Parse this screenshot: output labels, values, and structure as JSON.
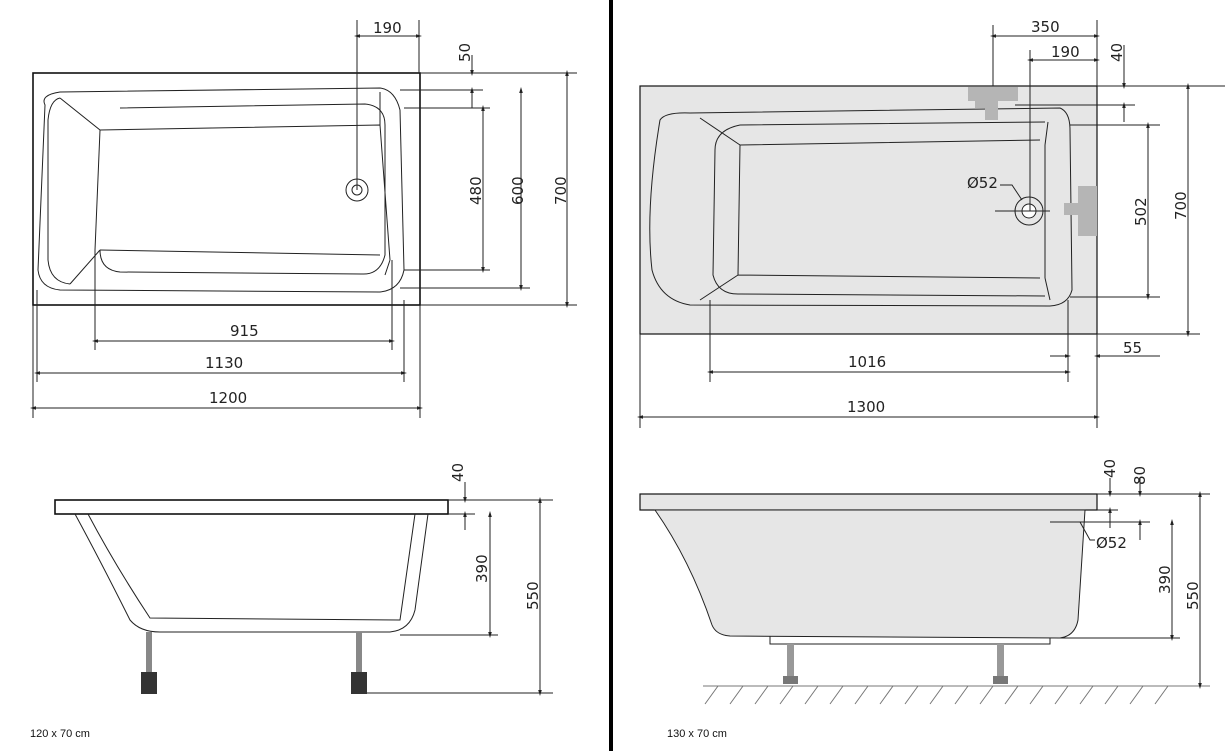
{
  "left": {
    "caption": "120 x 70 cm",
    "plan_dims": {
      "drain_offset": "190",
      "rim_top": "50",
      "inner_width": "480",
      "bowl_width": "600",
      "overall_width": "700",
      "inner_length": "915",
      "bowl_length": "1130",
      "overall_length": "1200"
    },
    "side_dims": {
      "rim": "40",
      "depth": "390",
      "height": "550"
    }
  },
  "right": {
    "caption": "130 x 70 cm",
    "plan_dims": {
      "faucet_offset": "350",
      "drain_offset": "190",
      "rim_top": "40",
      "drain_diameter": "Ø52",
      "inner_width": "502",
      "overall_width": "700",
      "inner_length": "1016",
      "end_offset": "55",
      "overall_length": "1300"
    },
    "side_dims": {
      "rim": "40",
      "overflow": "80",
      "overflow_diameter": "Ø52",
      "depth": "390",
      "height": "550"
    }
  },
  "colors": {
    "fill": "#e6e6e6",
    "fitting": "#b5b5b5",
    "divider": "#000000"
  }
}
